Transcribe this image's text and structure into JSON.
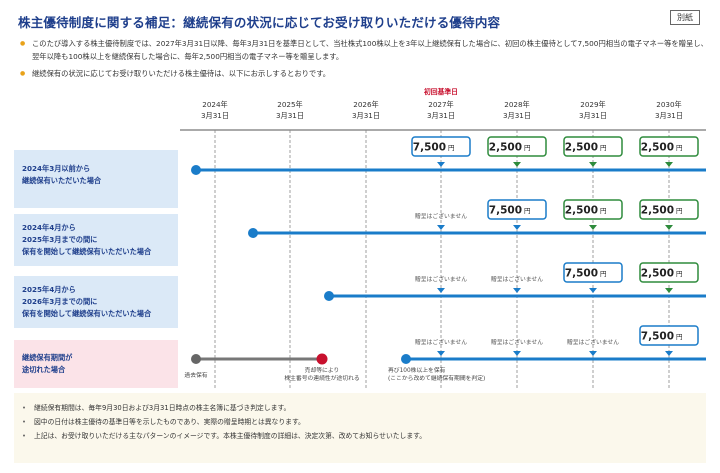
{
  "title": "株主優待制度に関する補足：継続保有の状況に応じてお受け取りいただける優待内容",
  "badge": "別紙",
  "intro": [
    "このたび導入する株主優待制度では、2027年3月31日以降、毎年3月31日を基準日として、当社株式100株以上を3年以上継続保有した場合に、初回の株主優待として7,500円相当の電子マネー等を贈呈し、翌年以降も100株以上を継続保有した場合に、毎年2,500円相当の電子マネー等を贈呈します。",
    "継続保有の状況に応じてお受け取りいただける株主優待は、以下にお示しするとおりです。"
  ],
  "first_record_label": "初回基準日",
  "years": [
    {
      "year": "2024年",
      "date": "3月31日"
    },
    {
      "year": "2025年",
      "date": "3月31日"
    },
    {
      "year": "2026年",
      "date": "3月31日"
    },
    {
      "year": "2027年",
      "date": "3月31日"
    },
    {
      "year": "2028年",
      "date": "3月31日"
    },
    {
      "year": "2029年",
      "date": "3月31日"
    },
    {
      "year": "2030年",
      "date": "3月31日"
    }
  ],
  "rows": [
    {
      "label": "2024年3月以前から\n継続保有いただいた場合",
      "start_year": 0,
      "cells": [
        "7,500円",
        "2,500円",
        "2,500円",
        "2,500円"
      ]
    },
    {
      "label": "2024年4月から\n2025年3月までの間に\n保有を開始して継続保有いただいた場合",
      "start_year": 1,
      "cells": [
        "贈呈はございません",
        "7,500円",
        "2,500円",
        "2,500円"
      ]
    },
    {
      "label": "2025年4月から\n2026年3月までの間に\n保有を開始して継続保有いただいた場合",
      "start_year": 2,
      "cells": [
        "贈呈はございません",
        "贈呈はございません",
        "7,500円",
        "2,500円"
      ]
    },
    {
      "label": "継続保有期間が\n途切れた場合",
      "start_year": 0,
      "cells": [
        "贈呈はございません",
        "贈呈はございません",
        "贈呈はございません",
        "7,500円"
      ]
    }
  ],
  "yen_unit": "円",
  "break_row": {
    "past_holding": "過去保有",
    "sold_note_1": "売却等により",
    "sold_note_2": "株主番号の連続性が途切れる",
    "rehold_note_1": "再び100株以上を保有",
    "rehold_note_2": "(ここから改めて継続保有期間を判定)"
  },
  "notes": [
    "継続保有期間は、毎年9月30日および3月31日時点の株主名簿に基づき判定します。",
    "図中の日付は株主優待の基準日等を示したものであり、実際の贈呈時期とは異なります。",
    "上記は、お受け取りいただける主なパターンのイメージです。本株主優待制度の詳細は、決定次第、改めてお知らせいたします。"
  ],
  "colors": {
    "blue": "#1a7cc9",
    "green": "#2e8b3c",
    "navy": "#1f3f8c",
    "red": "#c8102e",
    "gray": "#666666"
  }
}
